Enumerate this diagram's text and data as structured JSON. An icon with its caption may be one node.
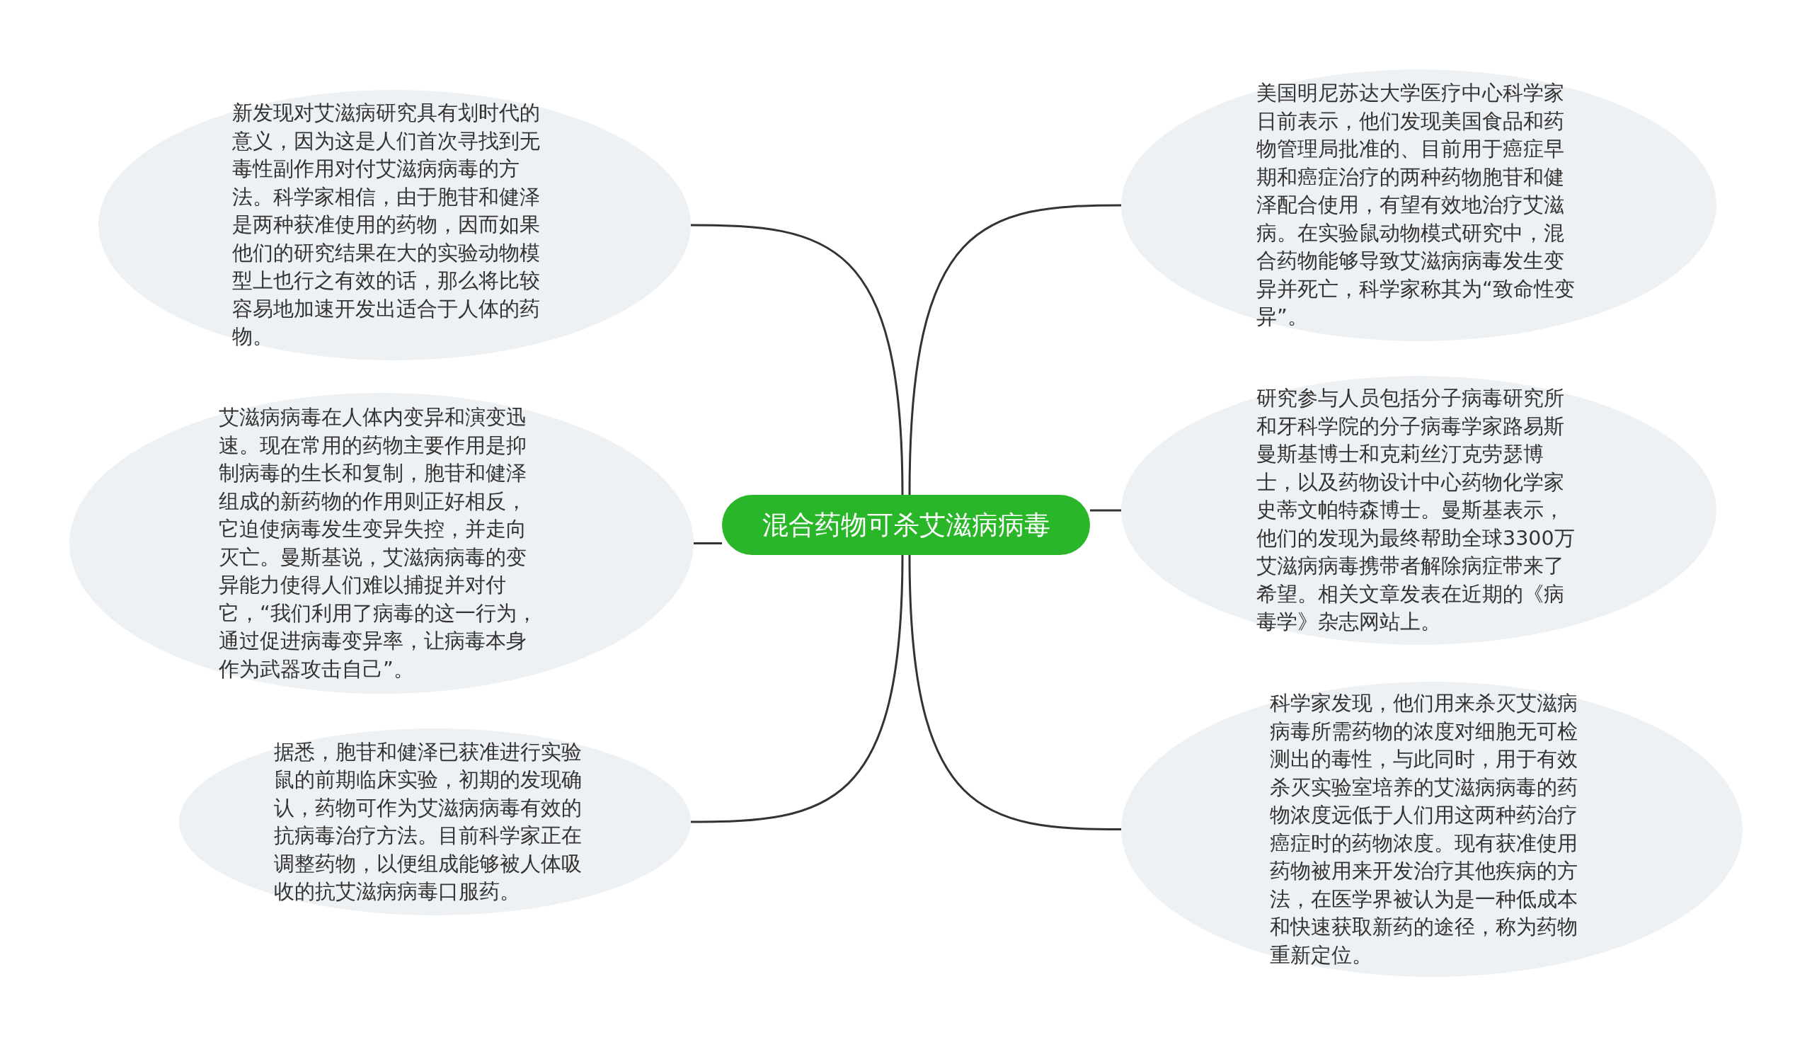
{
  "diagram": {
    "nodes": [
      {
        "text": [
          "混合药物可杀艾滋病病毒"
        ]
      },
      {
        "text": [
          "新发现对艾滋病研究具有划时代的意义，因为这是人们首次寻找到无毒性副作用对付艾滋病病毒的方法。科学家相信，由于胞苷和健泽是两种获准使用的药物，因而如果他们的研究结果在大的实验动物模型上也行之有效的话，那么将比较容易地加速开发出适合于人体的药物。"
        ]
      },
      {
        "text": [
          "艾滋病病毒在人体内变异和演变迅速。现在常用的药物主要作用是抑制病毒的生长和复制，胞苷和健泽组成的新药物的作用则正好相反，它迫使病毒发生变异失控，并走向灭亡。曼斯基说，艾滋病病毒的变异能力使得人们难以捕捉并对付它，“我们利用了病毒的这一行为，通过促进病毒变异率，让病毒本身作为武器攻击自己”。"
        ]
      },
      {
        "text": [
          "据悉，胞苷和健泽已获准进行实验鼠的前期临床实验，初期的发现确认，药物可作为艾滋病病毒有效的抗病毒治疗方法。目前科学家正在调整药物，以便组成能够被人体吸收的抗艾滋病病毒口服药。"
        ]
      },
      {
        "text": [
          "美国明尼苏达大学医疗中心科学家日前表示，他们发现美国食品和药物管理局批准的、目前用于癌症早期和癌症治疗的两种药物胞苷和健泽配合使用，有望有效地治疗艾滋病。在实验鼠动物模式研究中，混合药物能够导致艾滋病病毒发生变异并死亡，科学家称其为“致命性变异”。"
        ]
      },
      {
        "text": [
          "研究参与人员包括分子病毒研究所和牙科学院的分子病毒学家路易斯曼斯基博士和克莉丝汀克劳瑟博士，以及药物设计中心药物化学家史蒂文帕特森博士。曼斯基表示，他们的发现为最终帮助全球3300万艾滋病病毒携带者解除病症带来了希望。相关文章发表在近期的《病毒学》杂志网站上。"
        ]
      },
      {
        "text": [
          "科学家发现，他们用来杀灭艾滋病病毒所需药物的浓度对细胞无可检测出的毒性，与此同时，用于有效杀灭实验室培养的艾滋病病毒的药物浓度远低于人们用这两种药治疗癌症时的药物浓度。现有获准使用药物被用来开发治疗其他疾病的方法，在医学界被认为是一种低成本和快速获取新药的途径，称为药物重新定位。"
        ]
      }
    ],
    "edges": [
      {
        "from": 0,
        "to": 1,
        "arrow": "none"
      },
      {
        "from": 0,
        "to": 2,
        "arrow": "none"
      },
      {
        "from": 0,
        "to": 3,
        "arrow": "none"
      },
      {
        "from": 0,
        "to": 4,
        "arrow": "none"
      },
      {
        "from": 0,
        "to": 5,
        "arrow": "none"
      },
      {
        "from": 0,
        "to": 6,
        "arrow": "none"
      }
    ]
  }
}
